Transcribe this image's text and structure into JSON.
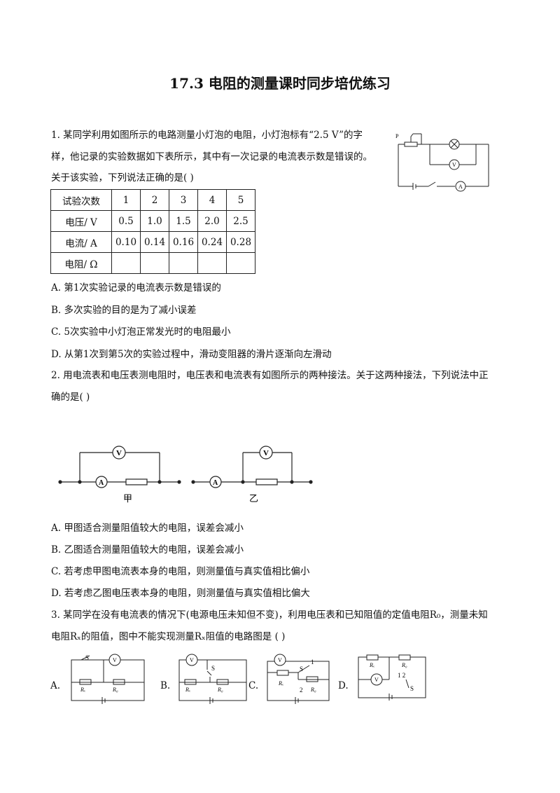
{
  "title": "17.3  电阻的测量课时同步培优练习",
  "q1": {
    "lines": [
      "1. 某同学利用如图所示的电路测量小灯泡的电阻，小灯泡标有“2.5 V”的字",
      "样，他记录的实验数据如下表所示，其中有一次记录的电流表示数是错误的。",
      "关于该实验，下列说法正确的是(    )"
    ],
    "table": {
      "row_labels": [
        "试验次数",
        "电压/ V",
        "电流/ A",
        "电阻/ Ω"
      ],
      "trials": [
        "1",
        "2",
        "3",
        "4",
        "5"
      ],
      "voltage": [
        "0.5",
        "1.0",
        "1.5",
        "2.0",
        "2.5"
      ],
      "current": [
        "0.10",
        "0.14",
        "0.16",
        "0.24",
        "0.28"
      ]
    },
    "options": [
      "A. 第1次实验记录的电流表示数是错误的",
      "B. 多次实验的目的是为了减小误差",
      "C. 5次实验中小灯泡正常发光时的电阻最小",
      "D. 从第1次到第5次的实验过程中，滑动变阻器的滑片逐渐向左滑动"
    ],
    "figure_labels": {
      "p": "P",
      "v": "V",
      "a": "A"
    }
  },
  "q2": {
    "lines": [
      "2. 用电流表和电压表测电阻时，电压表和电流表有如图所示的两种接法。关于这两种接法，下列说法中正",
      "确的是(    )"
    ],
    "figure_labels": {
      "v": "V",
      "a": "A",
      "jia": "甲",
      "yi": "乙"
    },
    "options": [
      "A. 甲图适合测量阻值较大的电阻，误差会减小",
      "B. 乙图适合测量阻值较大的电阻，误差会减小",
      "C. 若考虑甲图电流表本身的电阻，则测量值与真实值相比偏小",
      "D. 若考虑乙图电压表本身的电阻，则测量值与真实值相比偏大"
    ]
  },
  "q3": {
    "lines": [
      "3. 某同学在没有电流表的情况下(电源电压未知但不变)，利用电压表和已知阻值的定值电阻R₀，测量未知",
      "电阻Rₓ的阻值，图中不能实现测量Rₓ阻值的电路图是    (    )"
    ],
    "option_letters": [
      "A.",
      "B.",
      "C.",
      "D."
    ],
    "figure_labels": {
      "s": "S",
      "v": "V",
      "rx": "Rₓ",
      "r0": "R₀",
      "one": "1",
      "two": "2",
      "one_two": "1  2"
    }
  }
}
